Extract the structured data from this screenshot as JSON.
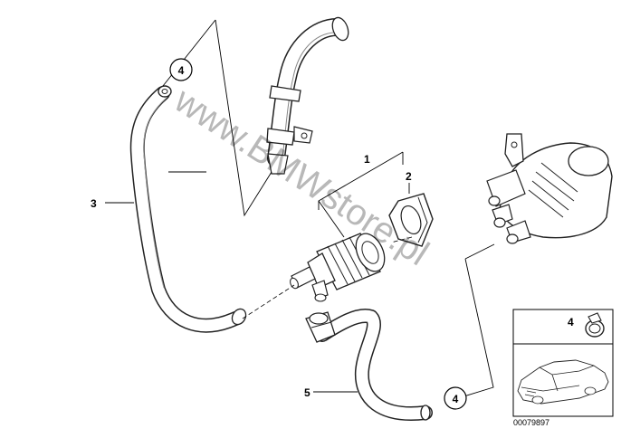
{
  "callouts": {
    "c1": "1",
    "c2": "2",
    "c3": "3",
    "c4_top": "4",
    "c4_bottom": "4",
    "c5": "5",
    "c4_inset": "4"
  },
  "watermark": "www.BMWstore.pl",
  "part_number": "00079897"
}
